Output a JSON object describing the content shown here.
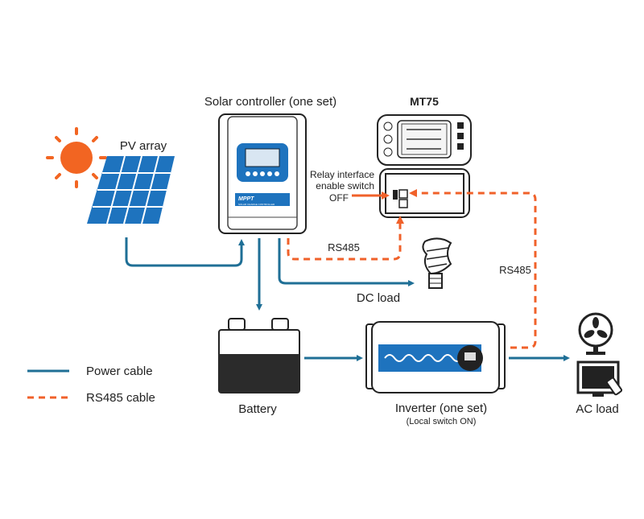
{
  "labels": {
    "pv_array": "PV array",
    "solar_controller": "Solar controller (one set)",
    "mt75": "MT75",
    "relay_line1": "Relay interface",
    "relay_line2": "enable switch",
    "relay_line3": "OFF",
    "rs485_left": "RS485",
    "rs485_right": "RS485",
    "dc_load": "DC load",
    "battery": "Battery",
    "inverter": "Inverter (one set)",
    "inverter_sub": "(Local switch ON)",
    "ac_load": "AC load",
    "controller_brand": "MPPT",
    "controller_sub": "SOLAR CHARGE CONTROLLER"
  },
  "legend": {
    "power": "Power cable",
    "rs485": "RS485 cable"
  },
  "colors": {
    "power_cable": "#1f6f96",
    "rs485_cable": "#f0612a",
    "sun": "#f26522",
    "panel": "#1e73be"
  }
}
